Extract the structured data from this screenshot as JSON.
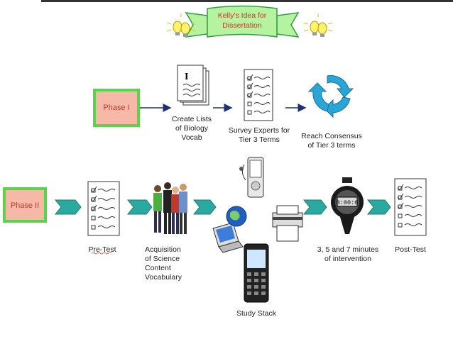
{
  "title": "Kelly's Idea for\nDissertation",
  "phase1": {
    "label": "Phase I",
    "steps": [
      {
        "label": "Create Lists\nof Biology\nVocab"
      },
      {
        "label": "Survey Experts for\nTier 3 Terms"
      },
      {
        "label": "Reach Consensus\nof Tier 3 terms"
      }
    ]
  },
  "phase2": {
    "label": "Phase II",
    "steps": [
      {
        "label": "Pre-Test"
      },
      {
        "label": "Acquisition\nof Science\nContent\nVocabulary"
      },
      {
        "label": "Study Stack"
      },
      {
        "label": "3, 5 and 7 minutes\nof intervention"
      },
      {
        "label": "Post-Test"
      }
    ]
  },
  "stopwatch_display": "0:00:0",
  "colors": {
    "banner_fill": "#b6f3a0",
    "banner_border": "#2e9e44",
    "phase_fill": "#f6b9a8",
    "phase_border": "#57d64a",
    "chevron": "#29a9a0",
    "arrow": "#1f2f7a",
    "cycle": "#2aa5d8"
  }
}
